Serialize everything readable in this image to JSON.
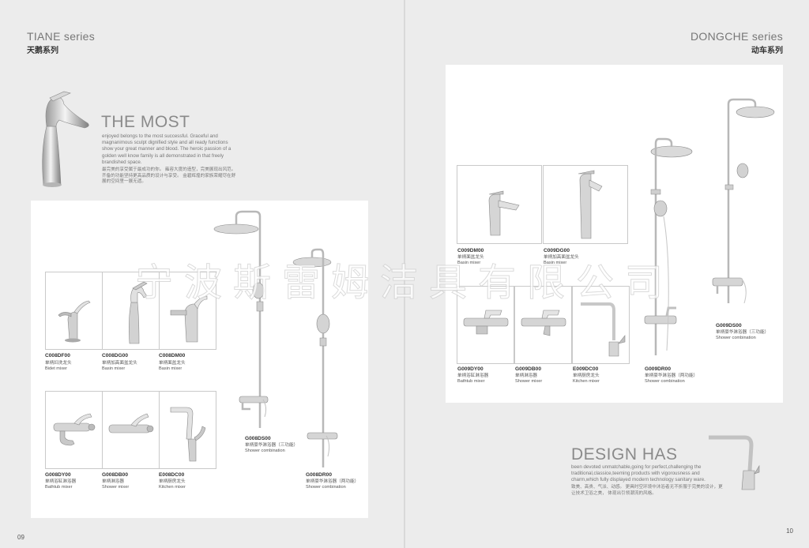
{
  "left": {
    "series_en": "TIANE series",
    "series_cn": "天鹅系列",
    "hero_title": "THE MOST",
    "hero_text": "enjoyed belongs to the most successful. Graceful and magnanimous sculpt dignified style and all ready functions show your great manner and blood. The heroic passion of a golden well know family is all demonstrated in that freely brandished space.",
    "hero_text_cn": "最完美的享受属于最成功的你。 雍容大度的造型，完美展现出风范。 齐备的功能坚持更高品质的设计与享受。 金碧辉煌的家族荣耀尽在舒展的空间里一展无遗。",
    "page_number": "09",
    "products": [
      {
        "code": "C008DF00",
        "cn": "单柄妇洗龙头",
        "en": "Bidet mixer"
      },
      {
        "code": "C008DG00",
        "cn": "单柄加高面盆龙头",
        "en": "Basin mixer"
      },
      {
        "code": "C008DM00",
        "cn": "单柄面盆龙头",
        "en": "Basin mixer"
      },
      {
        "code": "G008DY00",
        "cn": "单柄浴缸淋浴器",
        "en": "Bathtub mixer"
      },
      {
        "code": "G008DB00",
        "cn": "单柄淋浴器",
        "en": "Shower mixer"
      },
      {
        "code": "E008DC00",
        "cn": "单柄厨房龙头",
        "en": "Kitchen mixer"
      },
      {
        "code": "G008DS00",
        "cn": "单柄豪华淋浴器（三功能）",
        "en": "Shower combination"
      },
      {
        "code": "G008DR00",
        "cn": "单柄豪华淋浴器（两功能）",
        "en": "Shower combination"
      }
    ]
  },
  "right": {
    "series_en": "DONGCHE series",
    "series_cn": "动车系列",
    "hero_title": "DESIGN HAS",
    "hero_text": "been devoted unmatchable,going for perfect,challenging the traditional,classice,teeming products with vigorousness and charm,which fully displayed modern technology sanitary ware.",
    "hero_text_cn": "致美、高贵、气派、动感。 更具时空环境中沐浴者无不折服于完美的设计，更让技术卫浴之美， 体现出引领潮流的风格。",
    "page_number": "10",
    "products": [
      {
        "code": "C009DM00",
        "cn": "单柄面盆龙头",
        "en": "Basin mixer"
      },
      {
        "code": "C009DG00",
        "cn": "单柄加高面盆龙头",
        "en": "Basin mixer"
      },
      {
        "code": "G009DY00",
        "cn": "单柄浴缸淋浴器",
        "en": "Bathtub mixer"
      },
      {
        "code": "G009DB00",
        "cn": "单柄淋浴器",
        "en": "Shower mixer"
      },
      {
        "code": "E009DC00",
        "cn": "单柄厨房龙头",
        "en": "Kitchen mixer"
      },
      {
        "code": "G009DR00",
        "cn": "单柄豪华淋浴器（两功能）",
        "en": "Shower combination"
      },
      {
        "code": "G009DS00",
        "cn": "单柄豪华淋浴器（三功能）",
        "en": "Shower combination"
      }
    ]
  },
  "watermark": "宁波斯雷姆洁具有限公司"
}
